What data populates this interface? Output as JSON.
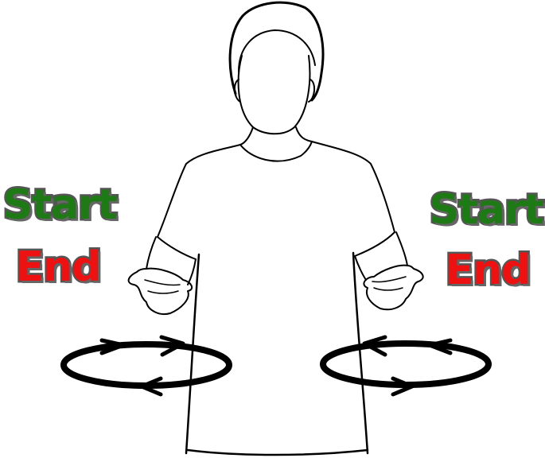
{
  "labels": {
    "left": {
      "start": "Start",
      "end": "End"
    },
    "right": {
      "start": "Start",
      "end": "End"
    }
  },
  "colors": {
    "start": "#1e7a14",
    "end": "#ee1111",
    "line": "#000000",
    "background": "#ffffff"
  },
  "icons": {
    "figure": "person-outline-icon",
    "motion": "circular-arrow-icon"
  }
}
